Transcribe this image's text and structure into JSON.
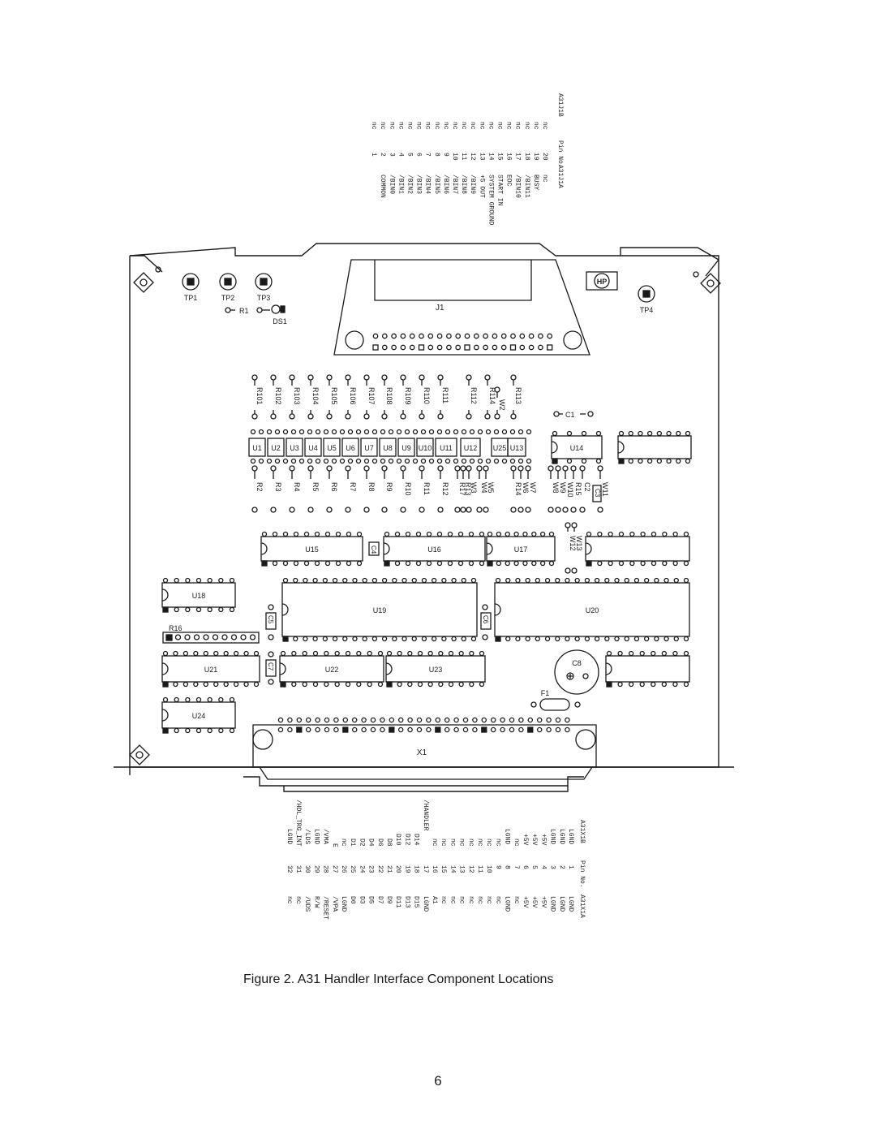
{
  "caption": "Figure 2. A31 Handler Interface Component Locations",
  "page_number": "6",
  "logo_text": "HP",
  "connector_labels": {
    "j1": "J1",
    "x1": "X1"
  },
  "test_points": [
    "TP1",
    "TP2",
    "TP3",
    "TP4"
  ],
  "resistor_r1": "R1",
  "led_ds1": "DS1",
  "capacitor_c1": "C1",
  "fuse_f1": "F1",
  "capacitor_c8": "C8",
  "resistor_network_r16": "R16",
  "top_resistors": [
    "R101",
    "R102",
    "R103",
    "R104",
    "R105",
    "R106",
    "R107",
    "R108",
    "R109",
    "R110",
    "R111",
    "R112",
    "R114",
    "W2",
    "R113"
  ],
  "ic_row1": [
    "U1",
    "U2",
    "U3",
    "U4",
    "U5",
    "U6",
    "U7",
    "U8",
    "U9",
    "U10",
    "U11",
    "U12",
    "U25",
    "U13",
    "U14"
  ],
  "lower_resistors": [
    "R2",
    "R3",
    "R4",
    "R5",
    "R6",
    "R7",
    "R8",
    "R9",
    "R10",
    "R11",
    "R12",
    "R17",
    "R13",
    "W3",
    "W4",
    "W5",
    "R14",
    "W6",
    "W7",
    "W8",
    "W9",
    "W10",
    "R15",
    "C2",
    "W11"
  ],
  "small_caps": [
    "C3",
    "C4",
    "C5",
    "C6",
    "C7"
  ],
  "ics_other": [
    "U15",
    "U16",
    "U17",
    "U18",
    "U19",
    "U20",
    "U21",
    "U22",
    "U23",
    "U24"
  ],
  "jumpers_mid": [
    "W12",
    "W13"
  ],
  "j1_table": {
    "headers": [
      "A31J1B",
      "Pin No.",
      "A31J1A"
    ],
    "rows": [
      [
        "nc",
        "20",
        "nc"
      ],
      [
        "nc",
        "19",
        "BUSY"
      ],
      [
        "nc",
        "18",
        "/BIN11"
      ],
      [
        "nc",
        "17",
        "/BIN10"
      ],
      [
        "nc",
        "16",
        "EOC"
      ],
      [
        "nc",
        "15",
        "START IN"
      ],
      [
        "nc",
        "14",
        "SYSTEM GROUND"
      ],
      [
        "nc",
        "13",
        "+5 OUT"
      ],
      [
        "nc",
        "12",
        "/BIN9"
      ],
      [
        "nc",
        "11",
        "/BIN8"
      ],
      [
        "nc",
        "10",
        "/BIN7"
      ],
      [
        "nc",
        "9",
        "/BIN6"
      ],
      [
        "nc",
        "8",
        "/BIN5"
      ],
      [
        "nc",
        "7",
        "/BIN4"
      ],
      [
        "nc",
        "6",
        "/BIN3"
      ],
      [
        "nc",
        "5",
        "/BIN2"
      ],
      [
        "nc",
        "4",
        "/BIN1"
      ],
      [
        "nc",
        "3",
        "/BIN0"
      ],
      [
        "nc",
        "2",
        "COMMON"
      ],
      [
        "nc",
        "1",
        ""
      ]
    ]
  },
  "x1_table": {
    "headers": [
      "A31X1B",
      "Pin No.",
      "A31X1A"
    ],
    "rows": [
      [
        "LGND",
        "1",
        "LGND"
      ],
      [
        "LGND",
        "2",
        "LGND"
      ],
      [
        "LGND",
        "3",
        "LGND"
      ],
      [
        "+5V",
        "4",
        "+5V"
      ],
      [
        "+5V",
        "5",
        "+5V"
      ],
      [
        "+5V",
        "6",
        "+5V"
      ],
      [
        "nc",
        "7",
        "nc"
      ],
      [
        "LGND",
        "8",
        "LGND"
      ],
      [
        "nc",
        "9",
        "nc"
      ],
      [
        "nc",
        "10",
        "nc"
      ],
      [
        "nc",
        "11",
        "nc"
      ],
      [
        "nc",
        "12",
        "nc"
      ],
      [
        "nc",
        "13",
        "nc"
      ],
      [
        "nc",
        "14",
        "nc"
      ],
      [
        "nc",
        "15",
        "nc"
      ],
      [
        "nc",
        "16",
        "A1"
      ],
      [
        "/HANDLER",
        "17",
        "LGND"
      ],
      [
        "D14",
        "18",
        "D15"
      ],
      [
        "D12",
        "19",
        "D13"
      ],
      [
        "D10",
        "20",
        "D11"
      ],
      [
        "D8",
        "21",
        "D9"
      ],
      [
        "D6",
        "22",
        "D7"
      ],
      [
        "D4",
        "23",
        "D5"
      ],
      [
        "D2",
        "24",
        "D3"
      ],
      [
        "D1",
        "25",
        "D0"
      ],
      [
        "nc",
        "26",
        "LGND"
      ],
      [
        "E",
        "27",
        "/VPA"
      ],
      [
        "/VMA",
        "28",
        "/RESET"
      ],
      [
        "LGND",
        "29",
        "R/W"
      ],
      [
        "/LDS",
        "30",
        "/UDS"
      ],
      [
        "/HDL_TRG_INT",
        "31",
        "nc"
      ],
      [
        "LGND",
        "32",
        "nc"
      ]
    ]
  }
}
